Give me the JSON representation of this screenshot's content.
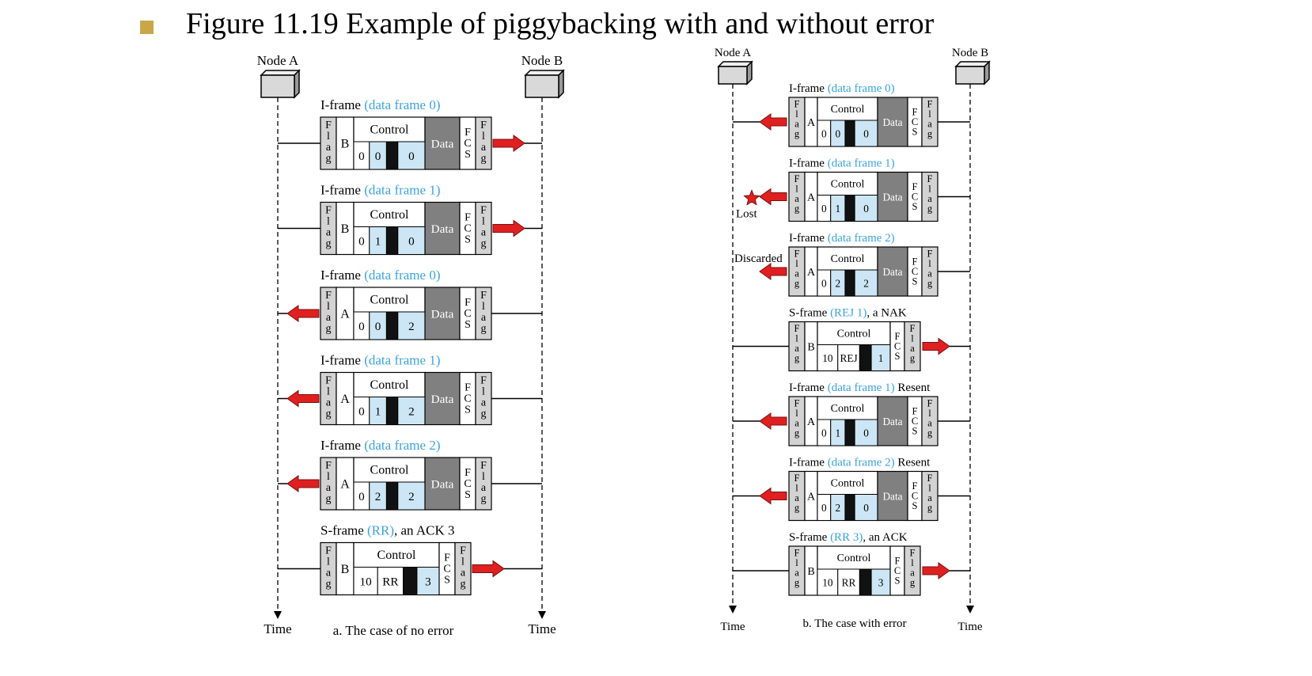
{
  "title": "Figure 11.19  Example of piggybacking with and without error",
  "colors": {
    "bullet": "#c9a64a",
    "accent_text": "#3aa3e0",
    "arrow": "#e02020",
    "data_field": "#808080",
    "flag_field": "#d3d3d3",
    "control_bit": "#cce6f5"
  },
  "labels": {
    "flag": "Flag",
    "fcs": "FCS",
    "control": "Control",
    "data": "Data",
    "time": "Time",
    "lost": "Lost",
    "discarded": "Discarded"
  },
  "panel_a": {
    "caption": "a. The case of no error",
    "node_left": "Node A",
    "node_right": "Node B",
    "frames": [
      {
        "kind": "I",
        "title": "I-frame ",
        "title_blue": "(data frame 0)",
        "title_after": "",
        "addr": "B",
        "bits": [
          "0",
          "0",
          "0"
        ],
        "dir": "right"
      },
      {
        "kind": "I",
        "title": "I-frame ",
        "title_blue": "(data frame 1)",
        "title_after": "",
        "addr": "B",
        "bits": [
          "0",
          "1",
          "0"
        ],
        "dir": "right"
      },
      {
        "kind": "I",
        "title": "I-frame ",
        "title_blue": "(data frame 0)",
        "title_after": "",
        "addr": "A",
        "bits": [
          "0",
          "0",
          "2"
        ],
        "dir": "left"
      },
      {
        "kind": "I",
        "title": "I-frame ",
        "title_blue": "(data frame 1)",
        "title_after": "",
        "addr": "A",
        "bits": [
          "0",
          "1",
          "2"
        ],
        "dir": "left"
      },
      {
        "kind": "I",
        "title": "I-frame ",
        "title_blue": "(data frame 2)",
        "title_after": "",
        "addr": "A",
        "bits": [
          "0",
          "2",
          "2"
        ],
        "dir": "left"
      },
      {
        "kind": "S",
        "title": "S-frame ",
        "title_blue": "(RR)",
        "title_after": ", an ACK 3",
        "addr": "B",
        "bits": [
          "10",
          "RR",
          "3"
        ],
        "dir": "right"
      }
    ]
  },
  "panel_b": {
    "caption": "b. The case with error",
    "node_left": "Node A",
    "node_right": "Node B",
    "frames": [
      {
        "kind": "I",
        "title": "I-frame ",
        "title_blue": "(data frame 0)",
        "title_after": "",
        "addr": "A",
        "bits": [
          "0",
          "0",
          "0"
        ],
        "dir": "left"
      },
      {
        "kind": "I",
        "title": "I-frame ",
        "title_blue": "(data frame 1)",
        "title_after": "",
        "addr": "A",
        "bits": [
          "0",
          "1",
          "0"
        ],
        "dir": "left",
        "note": "lost"
      },
      {
        "kind": "I",
        "title": "I-frame ",
        "title_blue": "(data frame 2)",
        "title_after": "",
        "addr": "A",
        "bits": [
          "0",
          "2",
          "2"
        ],
        "dir": "left",
        "note": "discarded"
      },
      {
        "kind": "S",
        "title": "S-frame ",
        "title_blue": "(REJ 1)",
        "title_after": ", a NAK",
        "addr": "B",
        "bits": [
          "10",
          "REJ",
          "1"
        ],
        "dir": "right"
      },
      {
        "kind": "I",
        "title": "I-frame ",
        "title_blue": "(data frame 1)",
        "title_after": " Resent",
        "addr": "A",
        "bits": [
          "0",
          "1",
          "0"
        ],
        "dir": "left"
      },
      {
        "kind": "I",
        "title": "I-frame ",
        "title_blue": "(data frame 2)",
        "title_after": "  Resent",
        "addr": "A",
        "bits": [
          "0",
          "2",
          "0"
        ],
        "dir": "left"
      },
      {
        "kind": "S",
        "title": "S-frame ",
        "title_blue": "(RR 3)",
        "title_after": ", an ACK",
        "addr": "B",
        "bits": [
          "10",
          "RR",
          "3"
        ],
        "dir": "right"
      }
    ]
  }
}
